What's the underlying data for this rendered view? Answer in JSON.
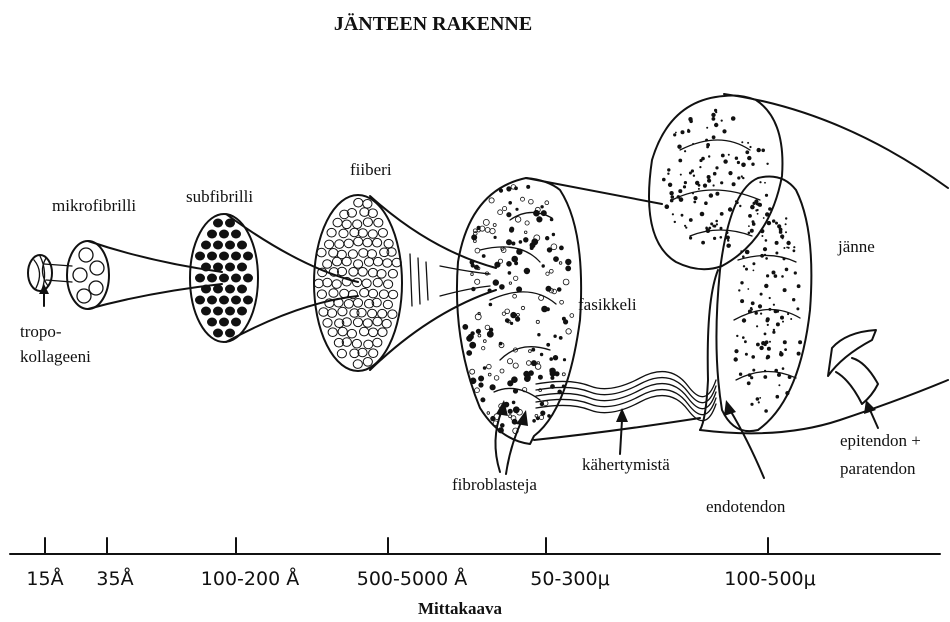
{
  "title": "JÄNTEEN RAKENNE",
  "labels": {
    "tropo": "tropo-",
    "kollageeni": "kollageeni",
    "mikrofibrilli": "mikrofibrilli",
    "subfibrilli": "subfibrilli",
    "fiiberi": "fiiberi",
    "fasikkeli": "fasikkeli",
    "janne": "jänne",
    "fibroblasteja": "fibroblasteja",
    "kahertymista": "kähertymistä",
    "endotendon": "endotendon",
    "epitendon": "epitendon +",
    "paratendon": "paratendon"
  },
  "scale": {
    "ticks": [
      "15Å",
      "35Å",
      "100-200 Å",
      "500-5000 Å",
      "50-300μ",
      "100-500μ"
    ],
    "caption": "Mittakaava"
  }
}
